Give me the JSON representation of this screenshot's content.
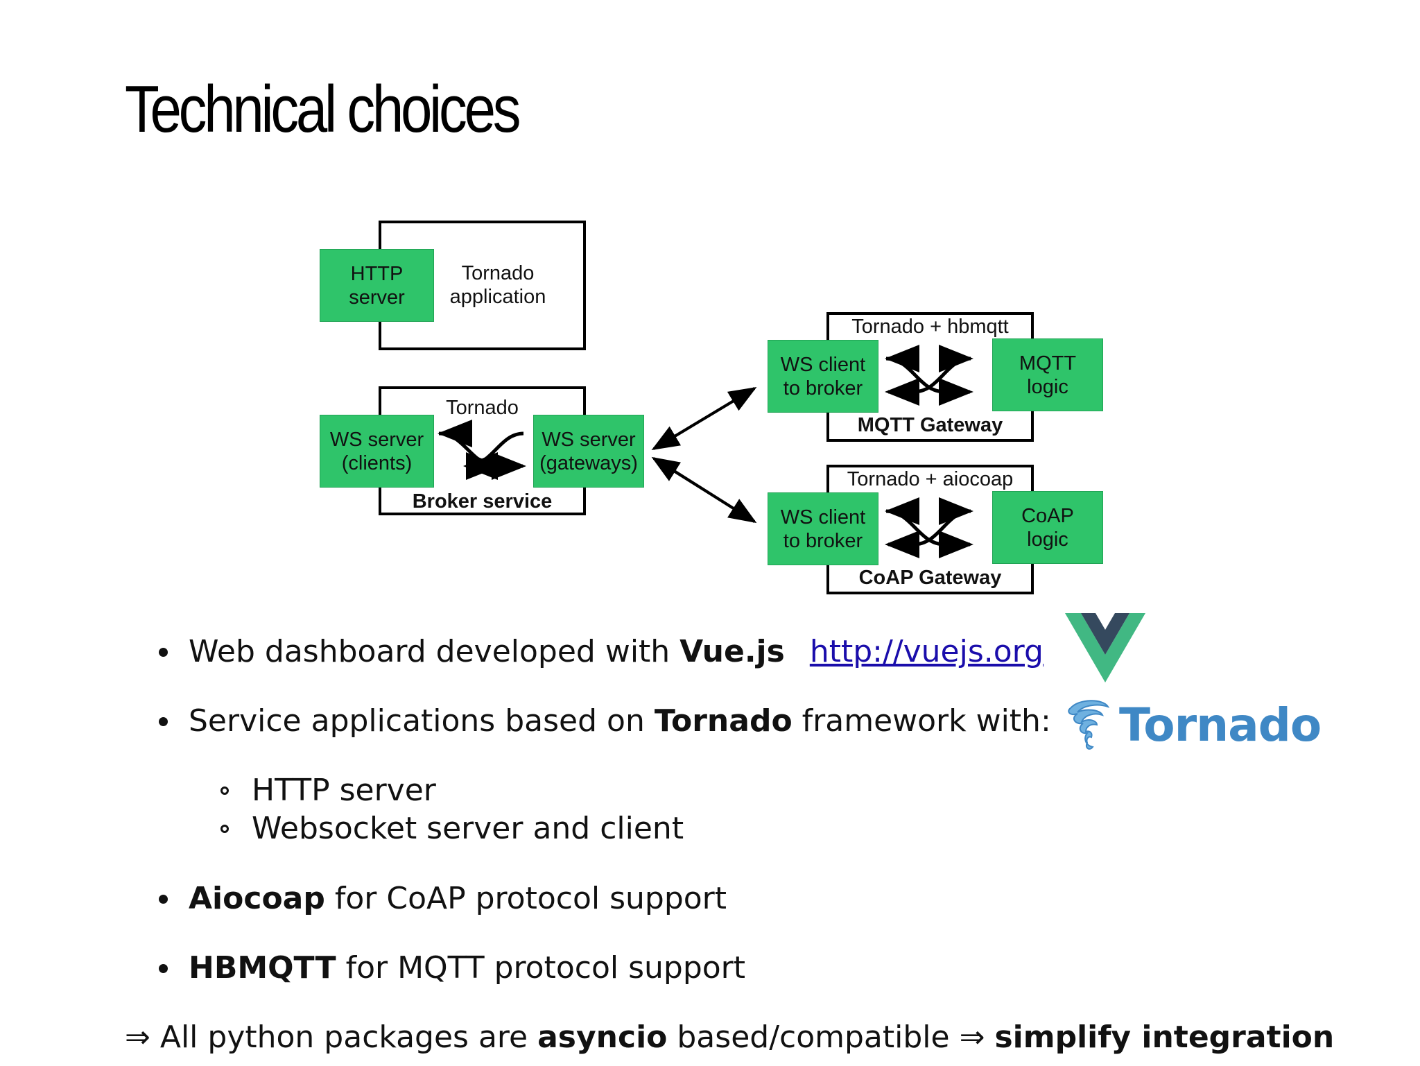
{
  "slide": {
    "title": "Technical choices"
  },
  "diagram": {
    "tornado_app": {
      "http_server": "HTTP\nserver",
      "label": "Tornado\napplication"
    },
    "broker": {
      "top_label": "Tornado",
      "ws_clients": "WS server\n(clients)",
      "ws_gateways": "WS server\n(gateways)",
      "bottom_label": "Broker service"
    },
    "mqtt": {
      "top_label": "Tornado + hbmqtt",
      "ws_client": "WS client\nto broker",
      "logic": "MQTT\nlogic",
      "bottom_label": "MQTT Gateway"
    },
    "coap": {
      "top_label": "Tornado + aiocoap",
      "ws_client": "WS client\nto broker",
      "logic": "CoAP\nlogic",
      "bottom_label": "CoAP Gateway"
    }
  },
  "bullets": {
    "b1_prefix": "Web dashboard developed with ",
    "b1_bold": "Vue.js",
    "b1_link": "http://vuejs.org",
    "b2_prefix": "Service applications based on ",
    "b2_bold": "Tornado",
    "b2_suffix": " framework with:",
    "sub1": "HTTP server",
    "sub2": "Websocket server and client",
    "b3_bold": "Aiocoap",
    "b3_suffix": " for CoAP protocol support",
    "b4_bold": "HBMQTT",
    "b4_suffix": " for MQTT protocol support",
    "conclusion_arrow1": "⇒",
    "conclusion_prefix": " All python packages are ",
    "conclusion_bold1": "asyncio",
    "conclusion_mid": " based/compatible ",
    "conclusion_arrow2": "⇒",
    "conclusion_bold2": "simplify integration"
  },
  "logos": {
    "vue_icon": "vue-logo-icon",
    "tornado_icon": "tornado-swirl-icon",
    "tornado_text": "Tornado",
    "vue_green": "#41b883",
    "vue_dark": "#35495e",
    "tornado_blue": "#3f88c5"
  },
  "colors": {
    "box_green": "#2fc46a",
    "link": "#1a0dab"
  }
}
